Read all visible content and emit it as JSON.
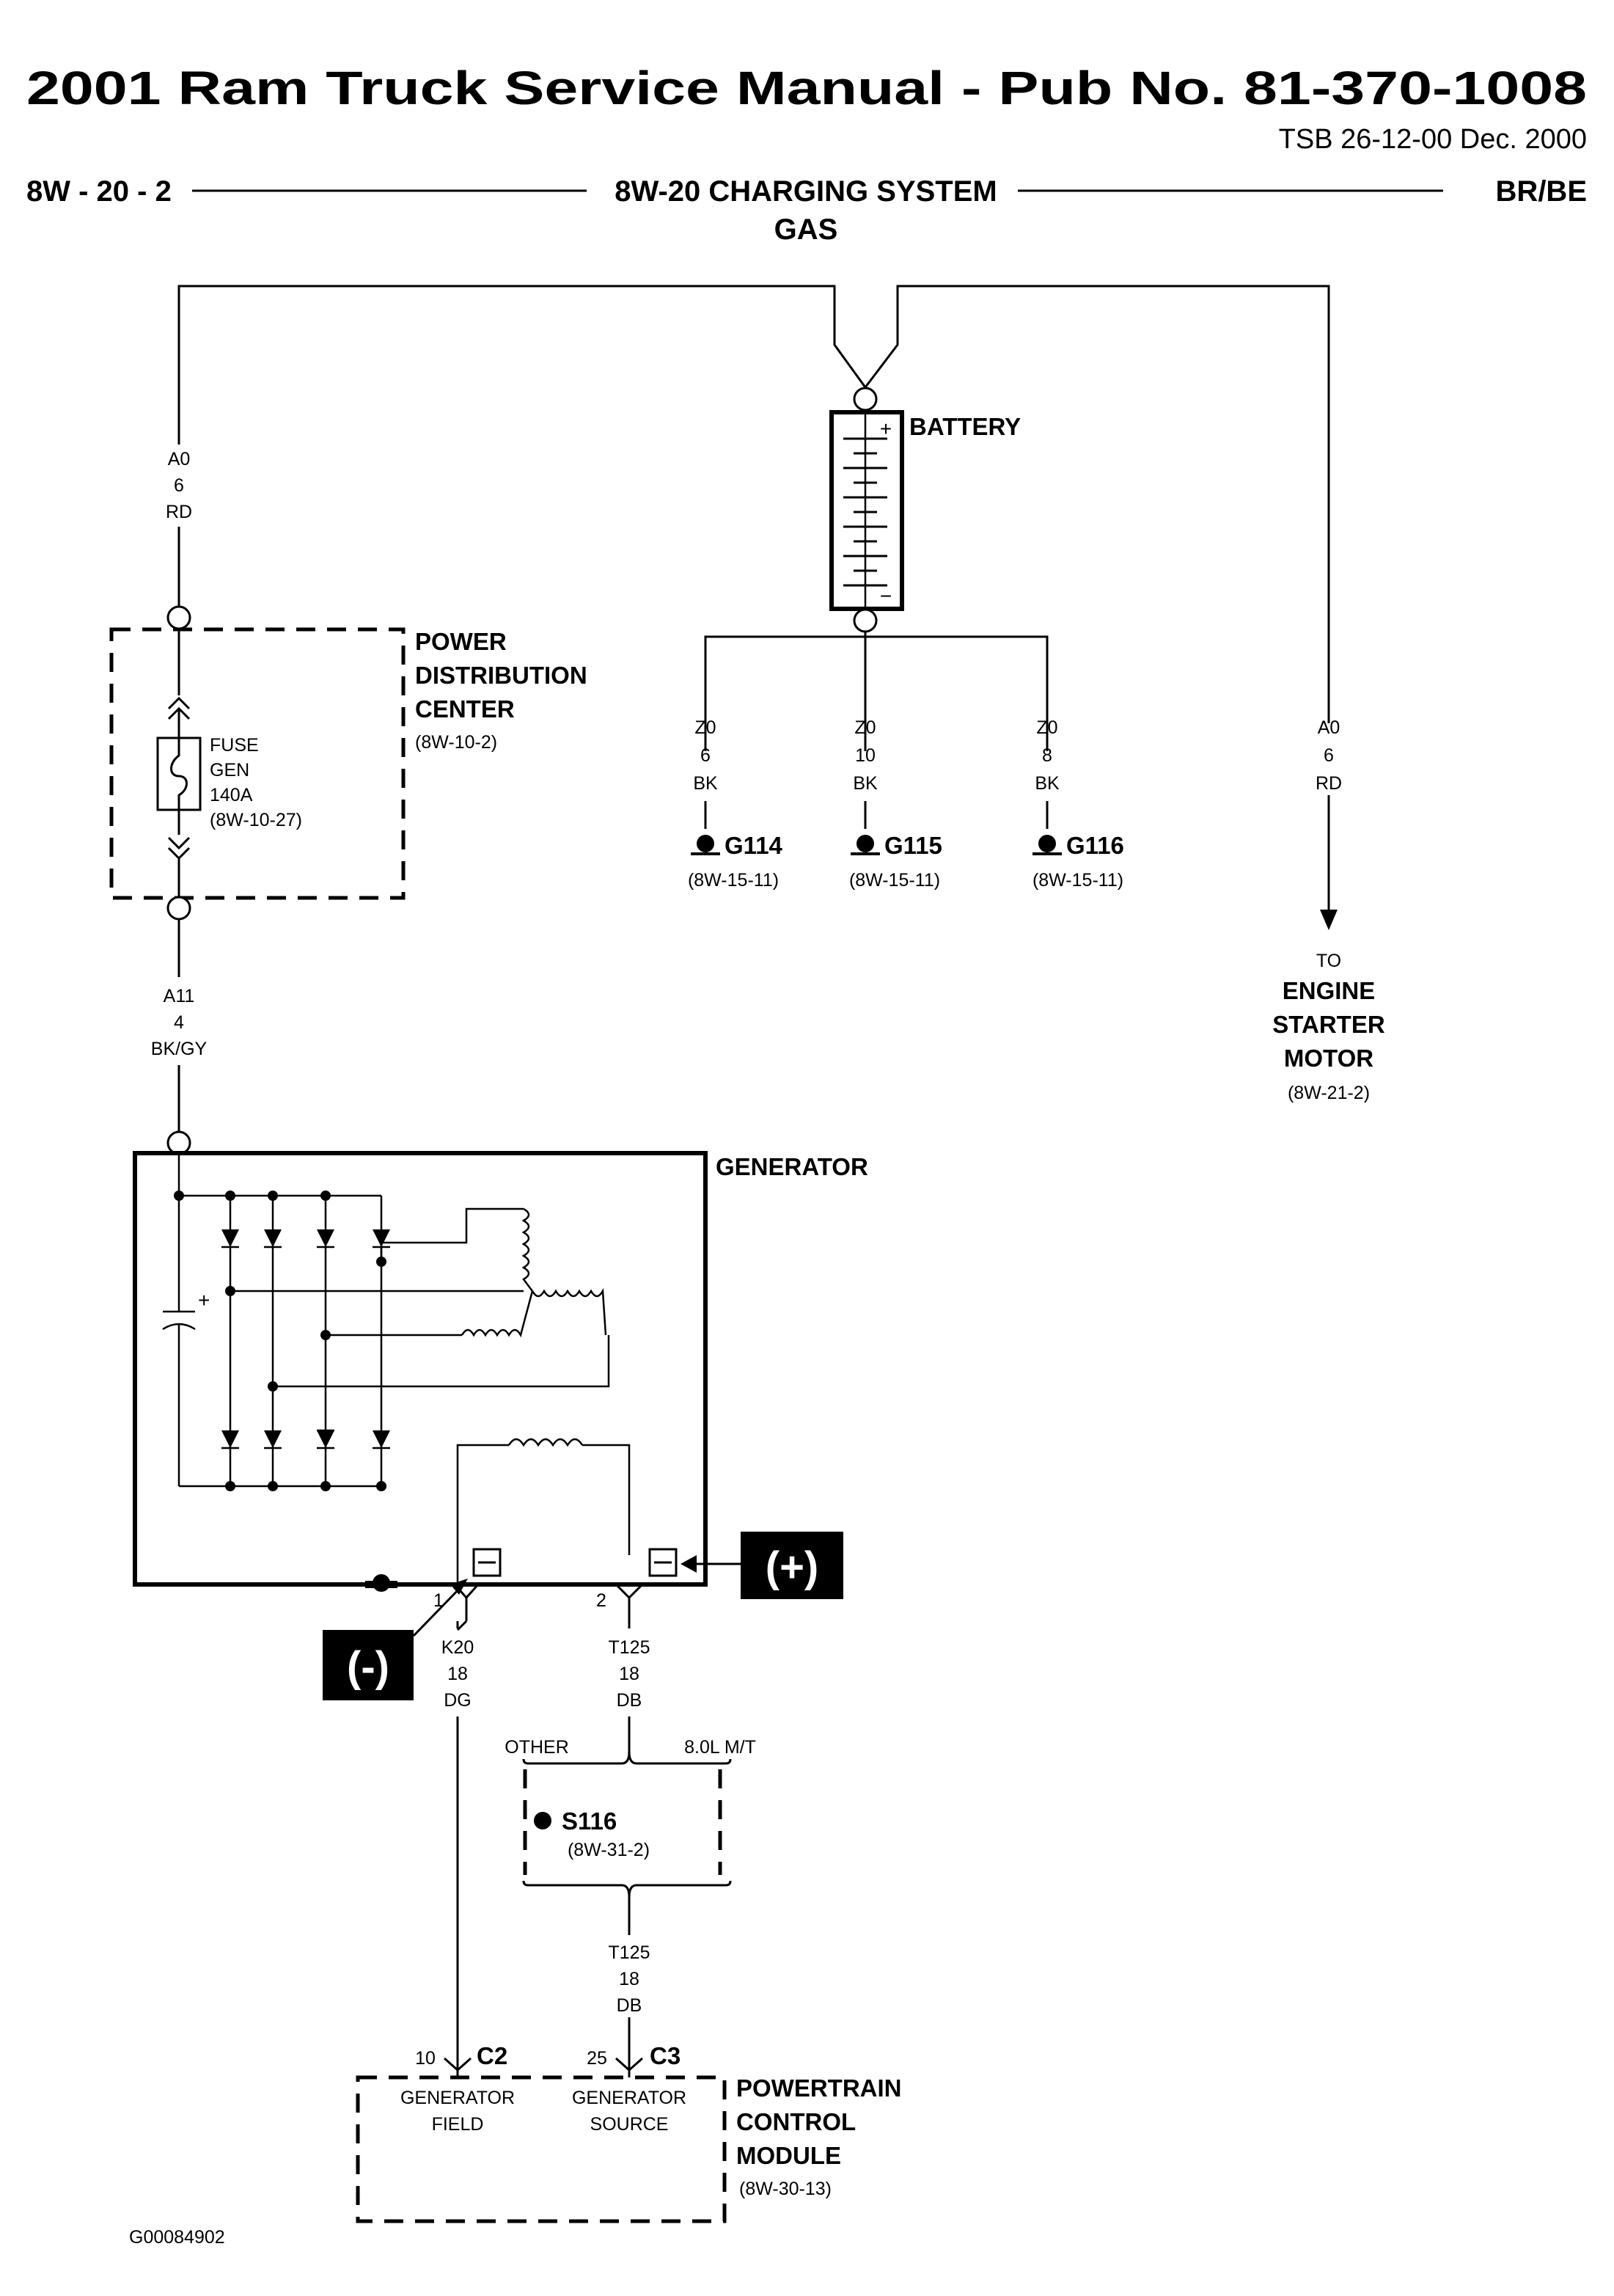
{
  "header": {
    "title": "2001 Ram Truck Service Manual - Pub No. 81-370-1008",
    "tsb": "TSB 26-12-00   Dec. 2000",
    "page_ref": "8W - 20 - 2",
    "section_title": "8W-20 CHARGING SYSTEM",
    "section_sub": "GAS",
    "model": "BR/BE"
  },
  "battery": {
    "label": "BATTERY",
    "plus": "+",
    "minus": "−"
  },
  "wires": {
    "a0_left": [
      "A0",
      "6",
      "RD"
    ],
    "a0_right": [
      "A0",
      "6",
      "RD"
    ],
    "a11": [
      "A11",
      "4",
      "BK/GY"
    ],
    "k20": [
      "K20",
      "18",
      "DG"
    ],
    "t125_top": [
      "T125",
      "18",
      "DB"
    ],
    "t125_bottom": [
      "T125",
      "18",
      "DB"
    ]
  },
  "pdc": {
    "title": [
      "POWER",
      "DISTRIBUTION",
      "CENTER"
    ],
    "ref": "(8W-10-2)",
    "fuse": [
      "FUSE",
      "GEN",
      "140A",
      "(8W-10-27)"
    ]
  },
  "grounds": [
    {
      "wire": [
        "Z0",
        "6",
        "BK"
      ],
      "name": "G114",
      "ref": "(8W-15-11)"
    },
    {
      "wire": [
        "Z0",
        "10",
        "BK"
      ],
      "name": "G115",
      "ref": "(8W-15-11)"
    },
    {
      "wire": [
        "Z0",
        "8",
        "BK"
      ],
      "name": "G116",
      "ref": "(8W-15-11)"
    }
  ],
  "starter": {
    "to": "TO",
    "name": [
      "ENGINE",
      "STARTER",
      "MOTOR"
    ],
    "ref": "(8W-21-2)"
  },
  "generator": {
    "label": "GENERATOR",
    "pin1": "1",
    "pin2": "2",
    "cap_plus": "+"
  },
  "badges": {
    "minus": "(-)",
    "plus": "(+)"
  },
  "splice": {
    "left_option": "OTHER",
    "right_option": "8.0L M/T",
    "name": "S116",
    "ref": "(8W-31-2)"
  },
  "pcm": {
    "c2_pin": "10",
    "c2": "C2",
    "c3_pin": "25",
    "c3": "C3",
    "field": [
      "GENERATOR",
      "FIELD"
    ],
    "source": [
      "GENERATOR",
      "SOURCE"
    ],
    "title": [
      "POWERTRAIN",
      "CONTROL",
      "MODULE"
    ],
    "ref": "(8W-30-13)"
  },
  "figure_id": "G00084902"
}
